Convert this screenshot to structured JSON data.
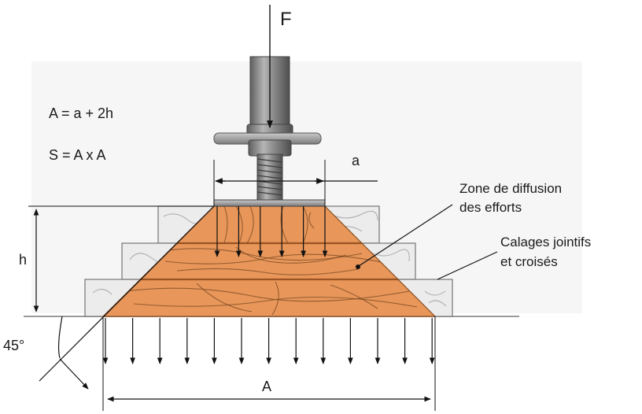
{
  "labels": {
    "force": "F",
    "formula_A": "A = a + 2h",
    "formula_S": "S = A x A",
    "dim_a": "a",
    "dim_h": "h",
    "dim_A": "A",
    "angle": "45°",
    "zone_line1": "Zone  de  diffusion",
    "zone_line2": "des efforts",
    "calage_line1": "Calages jointifs",
    "calage_line2": "et croisés"
  },
  "colors": {
    "wood_orange": "#e8965a",
    "wood_grey": "#ececec",
    "steel": "#8c8c8c",
    "ink": "#111111"
  }
}
